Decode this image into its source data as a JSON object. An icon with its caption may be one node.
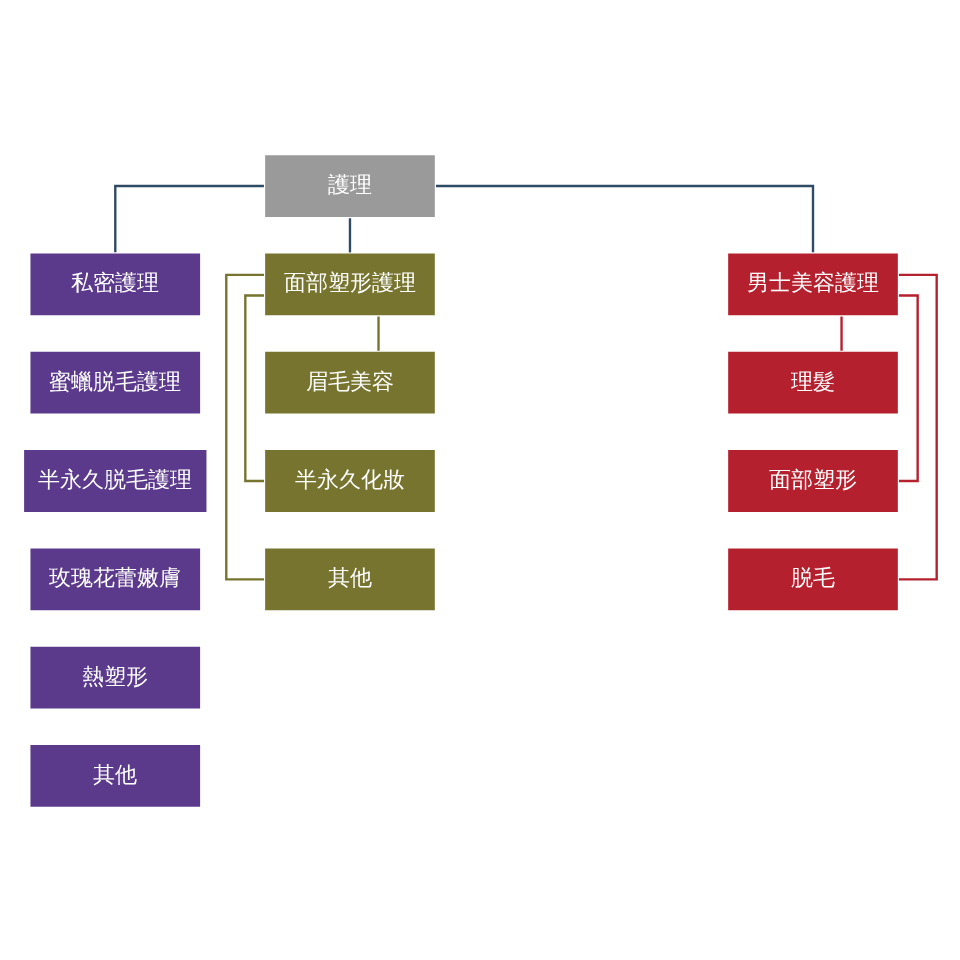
{
  "diagram": {
    "nodes": [
      {
        "text": [
          "護理"
        ]
      },
      {
        "text": [
          "私密護理"
        ]
      },
      {
        "text": [
          "面部塑形護理"
        ]
      },
      {
        "text": [
          "男士美容護理"
        ]
      },
      {
        "text": [
          "蜜蠟脱毛護理"
        ]
      },
      {
        "text": [
          "半永久脱毛護理"
        ]
      },
      {
        "text": [
          "玫瑰花蕾嫩膚"
        ]
      },
      {
        "text": [
          "熱塑形"
        ]
      },
      {
        "text": [
          "其他"
        ]
      },
      {
        "text": [
          "眉毛美容"
        ]
      },
      {
        "text": [
          "半永久化妝"
        ]
      },
      {
        "text": [
          "其他"
        ]
      },
      {
        "text": [
          "理髮"
        ]
      },
      {
        "text": [
          "面部塑形"
        ]
      },
      {
        "text": [
          "脱毛"
        ]
      }
    ],
    "edges": [
      {
        "from": 0,
        "to": 1,
        "arrow": "none"
      },
      {
        "from": 0,
        "to": 2,
        "arrow": "none"
      },
      {
        "from": 0,
        "to": 3,
        "arrow": "none"
      },
      {
        "from": 2,
        "to": 9,
        "arrow": "none",
        "color": "#76742e"
      },
      {
        "from": 2,
        "to": 10,
        "arrow": "none",
        "color": "#76742e"
      },
      {
        "from": 2,
        "to": 11,
        "arrow": "none",
        "color": "#76742e"
      },
      {
        "from": 3,
        "to": 12,
        "arrow": "none",
        "color": "#b5202e"
      },
      {
        "from": 3,
        "to": 13,
        "arrow": "none",
        "color": "#b5202e"
      },
      {
        "from": 3,
        "to": 14,
        "arrow": "none",
        "color": "#b5202e"
      }
    ]
  }
}
